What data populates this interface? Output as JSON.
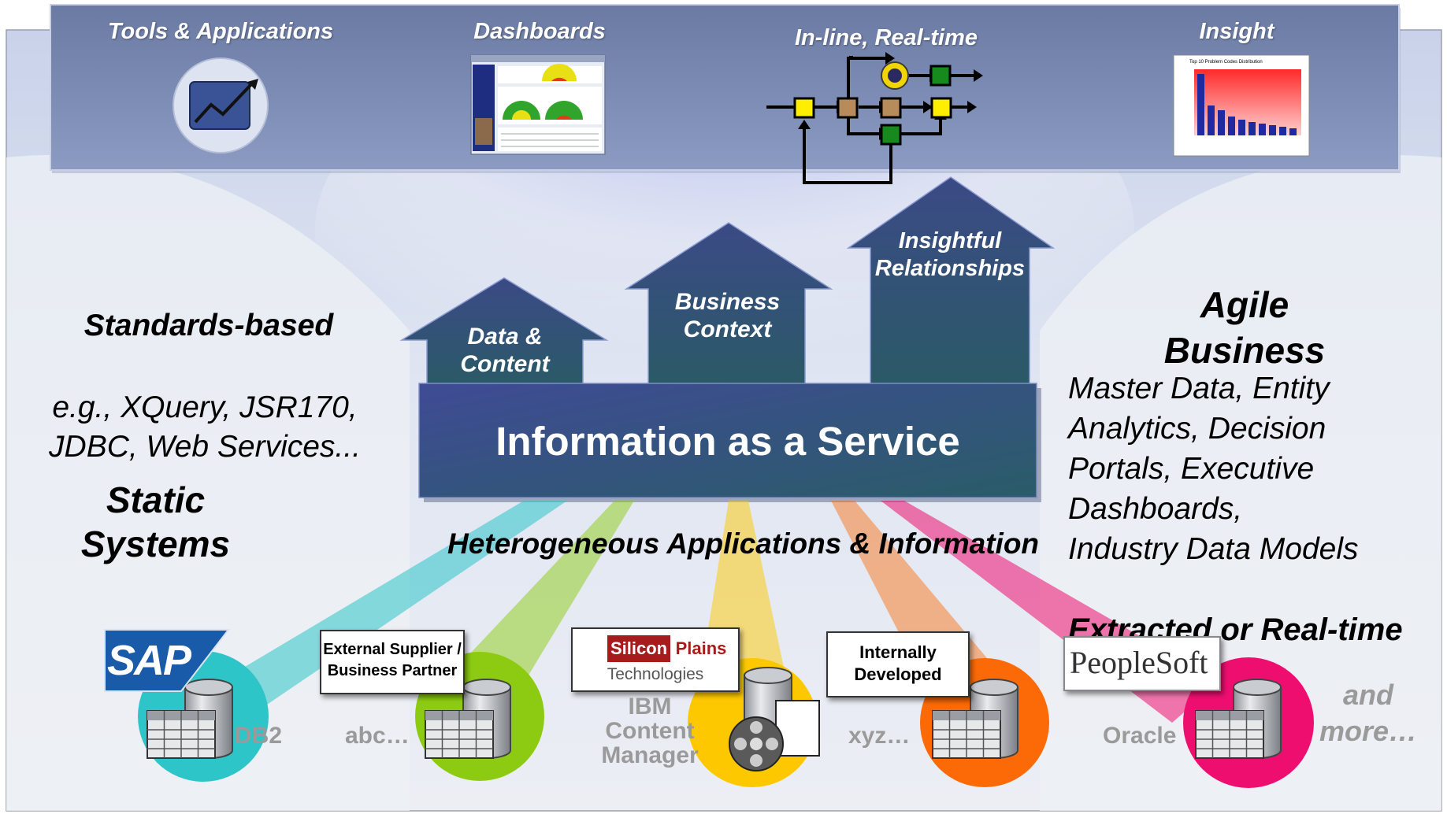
{
  "top_bar": {
    "tools_label": "Tools & Applications",
    "dashboards_label": "Dashboards",
    "inline_label": "In-line, Real-time",
    "insight_label": "Insight",
    "insight_chart_title": "Top 10 Problem Codes Distribution"
  },
  "arrows": {
    "data_content": "Data & Content",
    "business_context": "Business Context",
    "insightful_relationships": "Insightful Relationships"
  },
  "service": {
    "title": "Information as a Service"
  },
  "left": {
    "standards": "Standards-based",
    "examples_line1": "e.g., XQuery, JSR170,",
    "examples_line2": "JDBC, Web Services...",
    "static_line1": "Static",
    "static_line2": "Systems"
  },
  "right": {
    "agile_line1": "Agile",
    "agile_line2": "Business",
    "list": [
      "Master Data, Entity",
      "Analytics, Decision",
      "Portals, Executive",
      "Dashboards,",
      "Industry Data Models"
    ],
    "extracted": "Extracted or Real-time"
  },
  "heterogeneous": "Heterogeneous Applications & Information",
  "sources": {
    "sap_logo": "SAP",
    "db2": "DB2",
    "supplier_line1": "External Supplier /",
    "supplier_line2": "Business Partner",
    "abc": "abc…",
    "silicon": "Silicon",
    "plains": "Plains",
    "technologies": "Technologies",
    "ibm_line1": "IBM",
    "ibm_line2": "Content",
    "ibm_line3": "Manager",
    "internally_line1": "Internally",
    "internally_line2": "Developed",
    "xyz": "xyz…",
    "peoplesoft": "PeopleSoft",
    "oracle": "Oracle",
    "more_line1": "and",
    "more_line2": "more…"
  },
  "colors": {
    "teal": "#2ec5c8",
    "green": "#8ccb12",
    "yellow": "#fdc800",
    "orange": "#fb6a07",
    "pink": "#ee0e70",
    "navy": "#33407a"
  }
}
